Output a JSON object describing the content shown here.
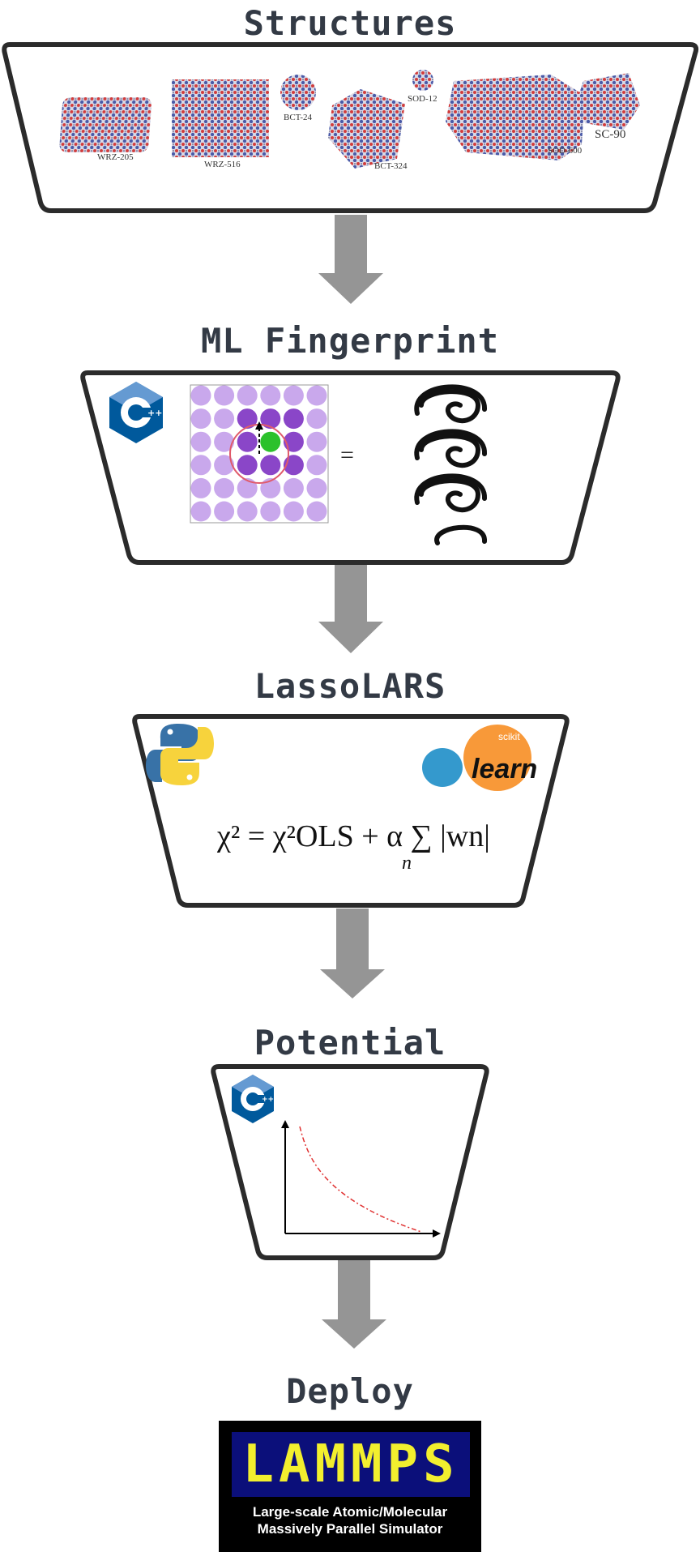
{
  "titles": {
    "structures": "Structures",
    "fingerprint": "ML Fingerprint",
    "lasso": "LassoLARS",
    "potential": "Potential",
    "deploy": "Deploy"
  },
  "structure_labels": {
    "wrz205": "WRZ-205",
    "wrz516": "WRZ-516",
    "bct24": "BCT-24",
    "bct324": "BCT-324",
    "sod12": "SOD-12",
    "sod600": "SOD-600",
    "sc90": "SC-90"
  },
  "fingerprint": {
    "equals": "="
  },
  "lasso": {
    "formula": "χ² = χ²OLS + α ∑ |wn|",
    "sum_index": "n",
    "sklearn_small": "scikit",
    "sklearn_big": "learn"
  },
  "deploy": {
    "logo": "LAMMPS",
    "line1": "Large-scale Atomic/Molecular",
    "line2": "Massively Parallel Simulator"
  },
  "colors": {
    "panel_border": "#2b2b2b",
    "arrow": "#959595",
    "title": "#333a45",
    "lammps_yellow": "#f2ef2e"
  }
}
